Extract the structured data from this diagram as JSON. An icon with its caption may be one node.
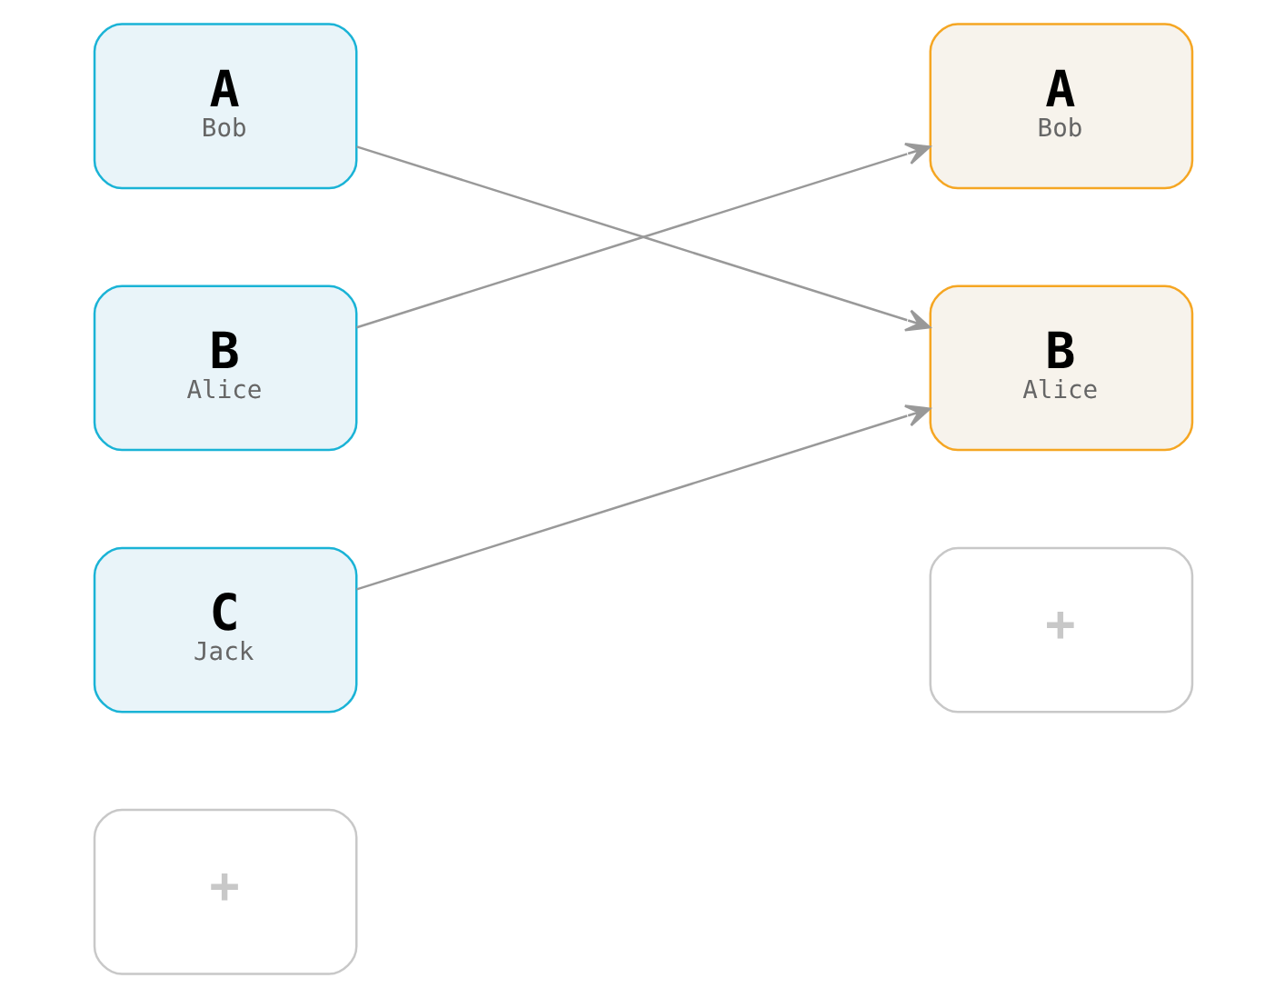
{
  "diagram": {
    "nodes": [
      {
        "text": [
          "A",
          "Bob"
        ]
      },
      {
        "text": [
          "B",
          "Alice"
        ]
      },
      {
        "text": [
          "C",
          "Jack"
        ]
      },
      {
        "text": [
          "+"
        ]
      },
      {
        "text": [
          "A",
          "Bob"
        ]
      },
      {
        "text": [
          "B",
          "Alice"
        ]
      },
      {
        "text": [
          "+"
        ]
      }
    ],
    "edges": [
      {
        "from": 0,
        "to": 5,
        "arrow": "to"
      },
      {
        "from": 1,
        "to": 4,
        "arrow": "to"
      },
      {
        "from": 2,
        "to": 5,
        "arrow": "to"
      }
    ]
  }
}
